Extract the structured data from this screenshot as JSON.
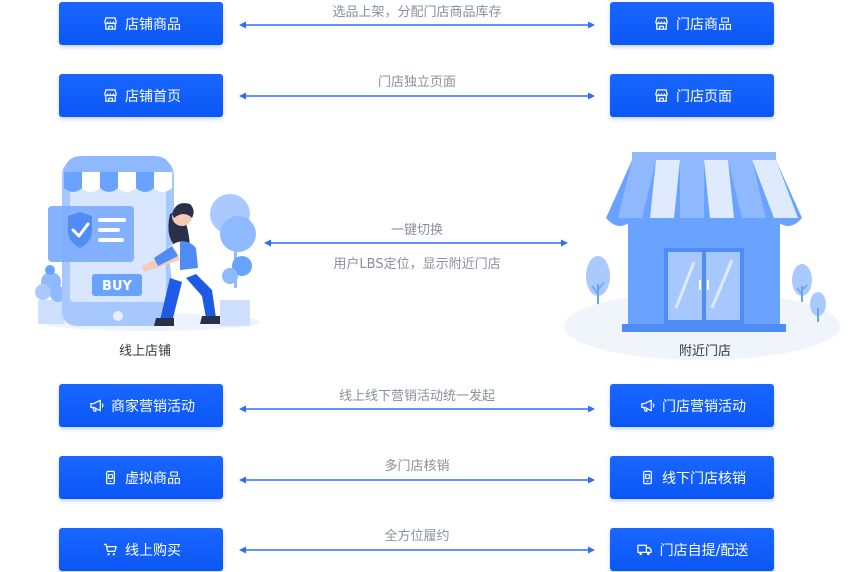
{
  "rows": [
    {
      "label": "选品上架，分配门店商品库存",
      "left": {
        "text": "店铺商品",
        "icon": "shop-icon"
      },
      "right": {
        "text": "门店商品",
        "icon": "shop-icon"
      }
    },
    {
      "label": "门店独立页面",
      "left": {
        "text": "店铺首页",
        "icon": "shop-icon"
      },
      "right": {
        "text": "门店页面",
        "icon": "shop-icon"
      }
    },
    {
      "label": "线上线下营销活动统一发起",
      "left": {
        "text": "商家营销活动",
        "icon": "megaphone-icon"
      },
      "right": {
        "text": "门店营销活动",
        "icon": "megaphone-icon"
      }
    },
    {
      "label": "多门店核销",
      "left": {
        "text": "虚拟商品",
        "icon": "phone-icon"
      },
      "right": {
        "text": "线下门店核销",
        "icon": "phone-icon"
      }
    },
    {
      "label": "全方位履约",
      "left": {
        "text": "线上购买",
        "icon": "cart-icon"
      },
      "right": {
        "text": "门店自提/配送",
        "icon": "truck-icon"
      }
    }
  ],
  "middle": {
    "line1": "一键切换",
    "line2": "用户LBS定位，显示附近门店",
    "left_caption": "线上店铺",
    "right_caption": "附近门店",
    "buy_label": "BUY"
  },
  "colors": {
    "button": "#0b5bff",
    "arrow": "#2f6ef5",
    "label": "#8a8f99",
    "illustration": "#6aa3ff"
  }
}
